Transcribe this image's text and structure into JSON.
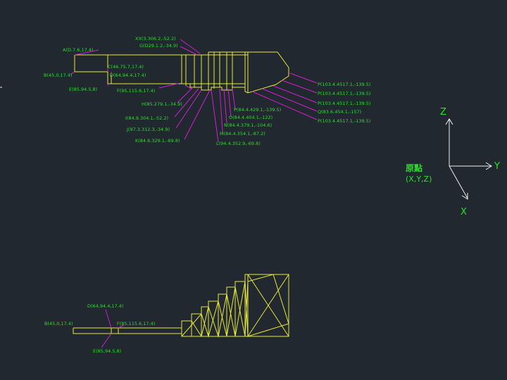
{
  "top_view": {
    "labels": {
      "XX": "XX(3.306.2,-52.2)",
      "G": "G(D29.1.2,-34.9)",
      "A": "A(D.7.6,17.4)",
      "C": "C(46.75.7,17.4)",
      "B": "B(45,0,17.4)",
      "D": "D(64,94.4,17.4)",
      "E": "E(85,94.5,8)",
      "F": "F(95,115.6,17.4)",
      "H": "H(85.279.1,-34.9)",
      "I": "I(84.9.304.1,-52.2)",
      "J": "J(97.3.312.3,-34.9)",
      "K": "K(84.6.329.1,-69.8)",
      "L": "L(94.4.352.9,-69.8)",
      "M": "M(84.4.354.1,-87.2)",
      "N": "N(84.4.379.1,-104.6)",
      "O": "O(84.4.404.1,-122)",
      "P": "P(84.4.429.1,-139.5)",
      "Q": "Q(83.6.454.1,-157)",
      "R1": "P(103.4.4517.1,-139.5)",
      "R2": "P(103.4.4517.1,-139.5)",
      "R3": "P(103.4.4517.1,-139.5)",
      "R4": "P(103.4.4517.1,-139.5)"
    }
  },
  "bottom_view": {
    "labels": {
      "D": "D(64,94.4,17.4)",
      "B": "B(45,0,17.4)",
      "F": "F(85,115.6,17.4)",
      "E": "E(85,94.5,8)"
    }
  },
  "origin": {
    "axis_z": "Z",
    "axis_y": "Y",
    "axis_x": "X",
    "title": "原點",
    "subtitle": "(X,Y,Z)"
  }
}
